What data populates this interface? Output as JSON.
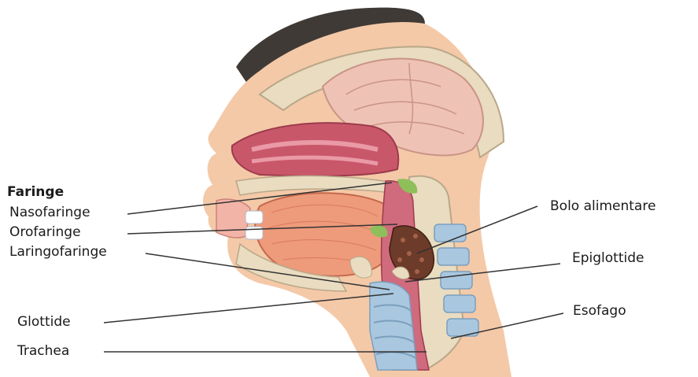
{
  "diagram": {
    "labels": {
      "group_title": "Faringe",
      "nasofaringe": "Nasofaringe",
      "orofaringe": "Orofaringe",
      "laringofaringe": "Laringofaringe",
      "glottide": "Glottide",
      "trachea": "Trachea",
      "bolo_alimentare": "Bolo alimentare",
      "epiglottide": "Epiglottide",
      "esofago": "Esofago"
    }
  }
}
